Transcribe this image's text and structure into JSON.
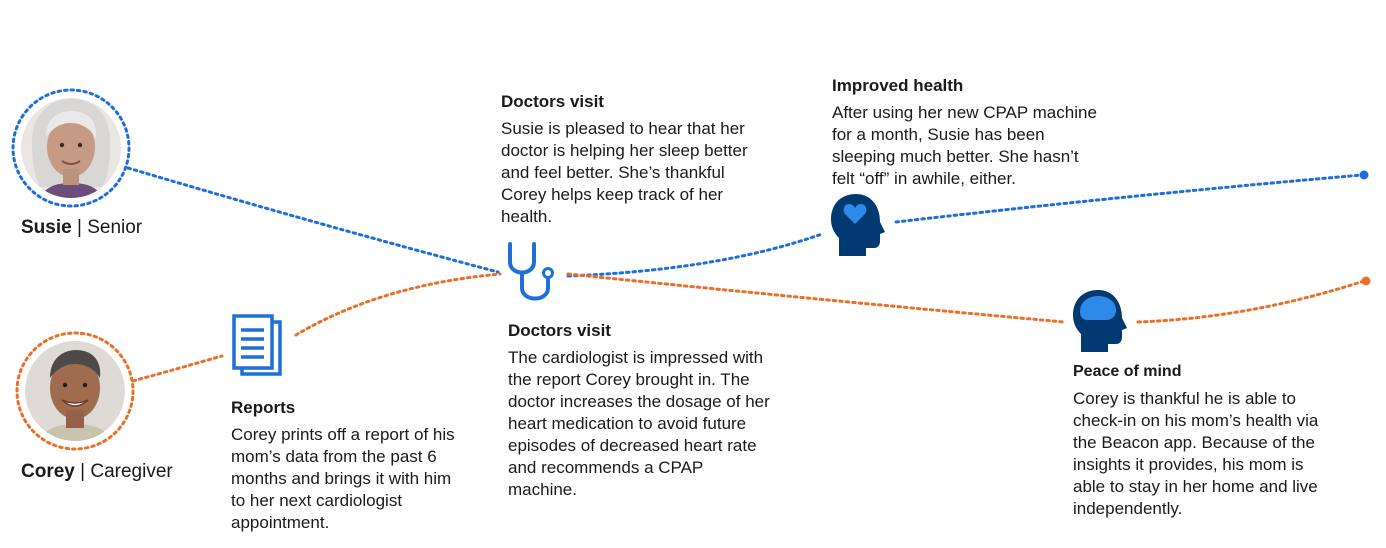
{
  "colors": {
    "blue": "#1f6fdb",
    "orange": "#e8702a",
    "navy": "#003a70",
    "heart": "#1f6fdb"
  },
  "personas": {
    "susie": {
      "name": "Susie",
      "separator": " | ",
      "role": "Senior"
    },
    "corey": {
      "name": "Corey",
      "separator": " | ",
      "role": "Caregiver"
    }
  },
  "steps": {
    "doctors_visit_susie": {
      "title": "Doctors visit",
      "text": "Susie is pleased to hear that her doctor is helping her sleep better and feel better. She’s thankful Corey helps keep track of her health."
    },
    "improved_health": {
      "title": "Improved health",
      "text": "After using her new CPAP machine for a month, Susie has been sleeping much better. She hasn’t felt “off” in awhile, either."
    },
    "reports": {
      "title": "Reports",
      "text": "Corey prints off a report of his mom’s data from the past 6 months and brings it with him to her next cardiologist appointment."
    },
    "doctors_visit_corey": {
      "title": "Doctors visit",
      "text": "The cardiologist is impressed with the report Corey brought in. The doctor increases the dosage of her heart medication to avoid future episodes of decreased heart rate and recommends a CPAP machine."
    },
    "peace_of_mind": {
      "title": "Peace of mind",
      "text": "Corey is thankful he is able to check-in on his mom’s health via the Beacon app. Because of the insights it provides, his mom is able to stay in her home and live independently."
    }
  },
  "icons": {
    "stethoscope": "stethoscope-icon",
    "reports": "documents-icon",
    "head_heart": "head-heart-icon",
    "head_brain": "head-brain-icon"
  }
}
